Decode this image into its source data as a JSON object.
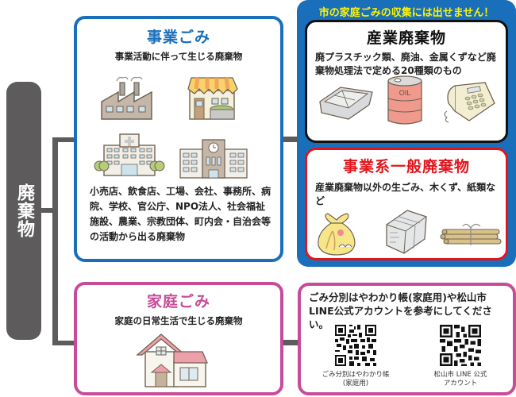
{
  "root": {
    "label": "廃棄物"
  },
  "business_waste": {
    "title": "事業ごみ",
    "subtitle": "事業活動に伴って生じる廃棄物",
    "illustrations": [
      "factory-icon",
      "shop-icon",
      "hospital-icon",
      "school-icon"
    ],
    "description": "小売店、飲食店、工場、会社、事務所、病院、学校、官公庁、NPO法人、社会福祉施設、農業、宗教団体、町内会・自治会等の活動から出る廃棄物",
    "border_color": "#1a6fba"
  },
  "not_collected": {
    "header": "市の家庭ごみの収集には出せません！",
    "background_color": "#1a6fba",
    "header_color": "#fff200",
    "industrial": {
      "title": "産業廃棄物",
      "description": "廃プラスチック類、廃油、金属くずなど廃棄物処理法で定める20種類のもの",
      "illustrations": [
        "plastic-tray-icon",
        "oil-drum-icon",
        "telephone-icon"
      ],
      "drum_label": "OIL"
    },
    "general_business": {
      "title": "事業系一般廃棄物",
      "description": "産業廃棄物以外の生ごみ、木くず、紙類など",
      "illustrations": [
        "garbage-bag-icon",
        "paper-bundle-icon",
        "wood-bundle-icon"
      ],
      "title_color": "#e4141c"
    }
  },
  "household_waste": {
    "title": "家庭ごみ",
    "subtitle": "家庭の日常生活で生じる廃棄物",
    "illustrations": [
      "house-icon"
    ],
    "border_color": "#c64c9a"
  },
  "reference": {
    "intro": "ごみ分別はやわかり帳(家庭用)や松山市LINE公式アカウントを参考にしてください。",
    "qr_codes": [
      {
        "caption_line1": "ごみ分別はやわかり帳",
        "caption_line2": "(家庭用)"
      },
      {
        "caption_line1": "松山市 LINE 公式",
        "caption_line2": "アカウント"
      }
    ]
  }
}
